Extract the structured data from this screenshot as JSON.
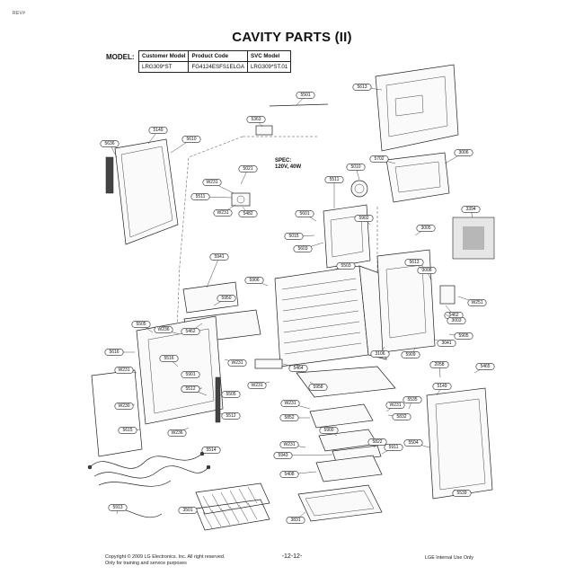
{
  "header": {
    "corner_mark": "REV#",
    "title": "CAVITY PARTS (II)"
  },
  "model_table": {
    "label": "MODEL:",
    "headers": [
      "Customer Model",
      "Product Code",
      "SVC Model"
    ],
    "row": [
      "LRG309*ST",
      "FG4124ESFS1ELGA",
      "LRG309*ST.01"
    ]
  },
  "spec_note": {
    "line1": "SPEC:",
    "line2": "120V, 40W"
  },
  "part_labels": [
    "5613",
    "5501",
    "5363",
    "5149",
    "5636",
    "5610",
    "3006",
    "5010",
    "5702",
    "5021",
    "W231",
    "5511",
    "W231",
    "5482",
    "5511",
    "5601",
    "3394",
    "5015",
    "5902",
    "3005",
    "5603",
    "5503",
    "5941",
    "3008",
    "5906",
    "5950",
    "5613",
    "W251",
    "5462",
    "5505",
    "W236",
    "5462",
    "3003",
    "5905",
    "5616",
    "3041",
    "5516",
    "W231",
    "3106",
    "5909",
    "2058",
    "5465",
    "5901",
    "W231",
    "5464",
    "5912",
    "5958",
    "5512",
    "5505",
    "W231",
    "5149",
    "5535",
    "W230",
    "5512",
    "W231",
    "5852",
    "W231",
    "5832",
    "5615",
    "W236",
    "5900",
    "5514",
    "W231",
    "5822",
    "5911",
    "5504",
    "5943",
    "5408",
    "5539",
    "5913",
    "3501",
    "3831"
  ],
  "footer": {
    "copyright": "Copyright © 2009 LG Electronics. Inc. All right reserved.",
    "training": "Only for training and service purposes",
    "page_number": "-12-12-",
    "internal": "LGE Internal Use Only"
  }
}
